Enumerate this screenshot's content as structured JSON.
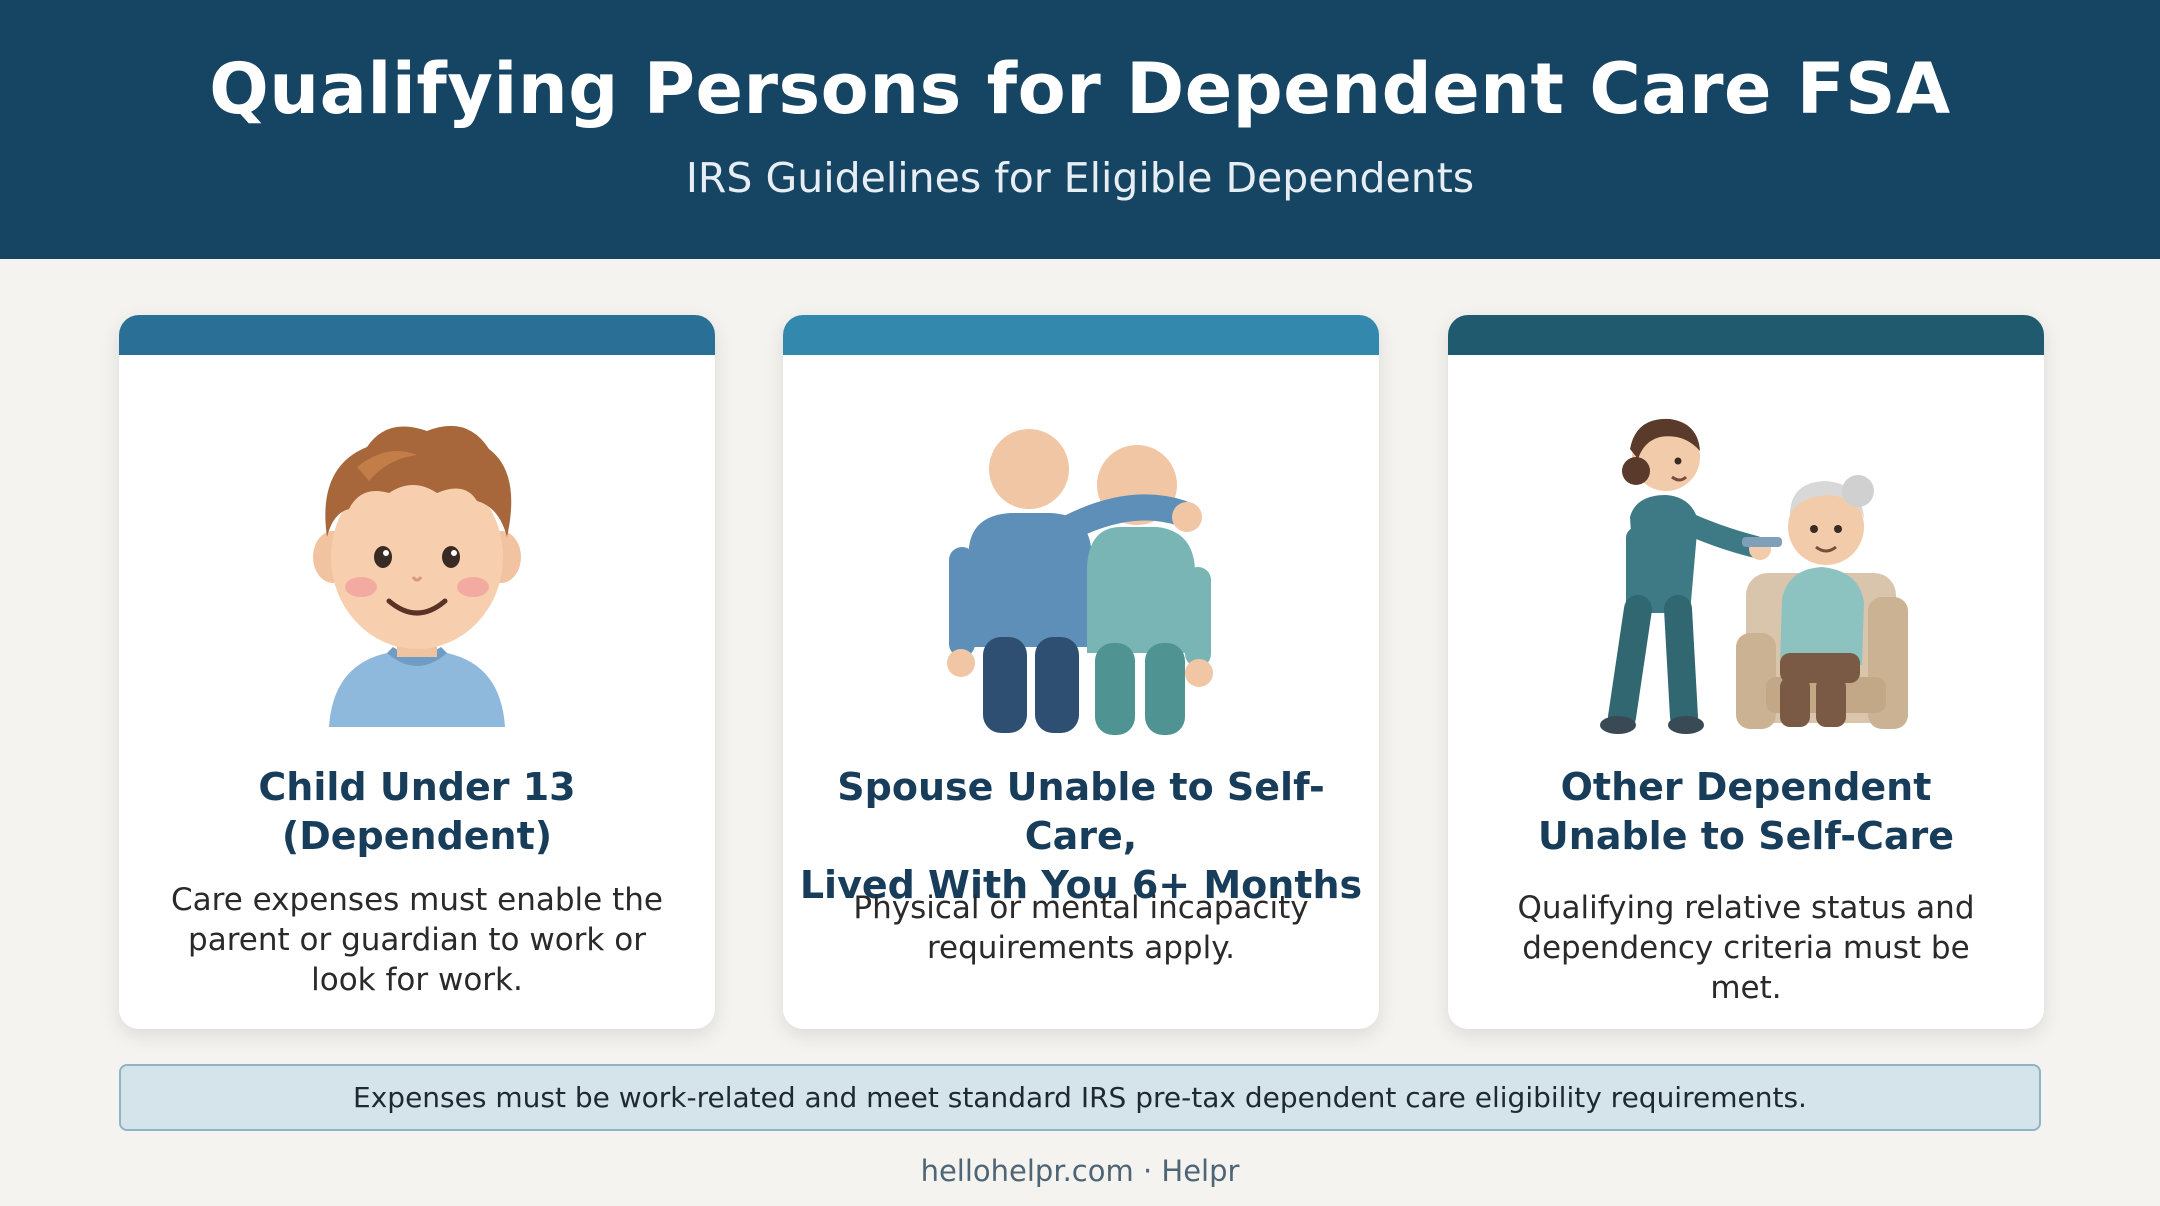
{
  "header": {
    "title": "Qualifying Persons for Dependent Care FSA",
    "subtitle": "IRS Guidelines for Eligible Dependents"
  },
  "cards": [
    {
      "heading_line1": "Child Under 13",
      "heading_line2": "(Dependent)",
      "text_line1": "Care expenses must enable the",
      "text_line2": "parent or guardian to work or",
      "text_line3": "look for work.",
      "bar_color": "#2a6f95",
      "icon": "child-illustration"
    },
    {
      "heading_line1": "Spouse Unable to Self-Care,",
      "heading_line2": "Lived With You 6+ Months",
      "text_line1": "Physical or mental incapacity",
      "text_line2": "requirements apply.",
      "bar_color": "#3388ad",
      "icon": "spouse-support-illustration"
    },
    {
      "heading_line1": "Other Dependent",
      "heading_line2": "Unable to Self-Care",
      "text_line1": "Qualifying relative status and",
      "text_line2": "dependency criteria must be met.",
      "bar_color": "#1f5a6e",
      "icon": "caregiver-elder-illustration"
    }
  ],
  "footer": {
    "note": "Expenses must be work-related and meet standard IRS pre-tax dependent care eligibility requirements.",
    "credit": "hellohelpr.com · Helpr"
  },
  "colors": {
    "header_bg": "#164463",
    "heading_text": "#173d5a",
    "note_bg": "#d4e4ea",
    "note_border": "#8fb4c4"
  }
}
